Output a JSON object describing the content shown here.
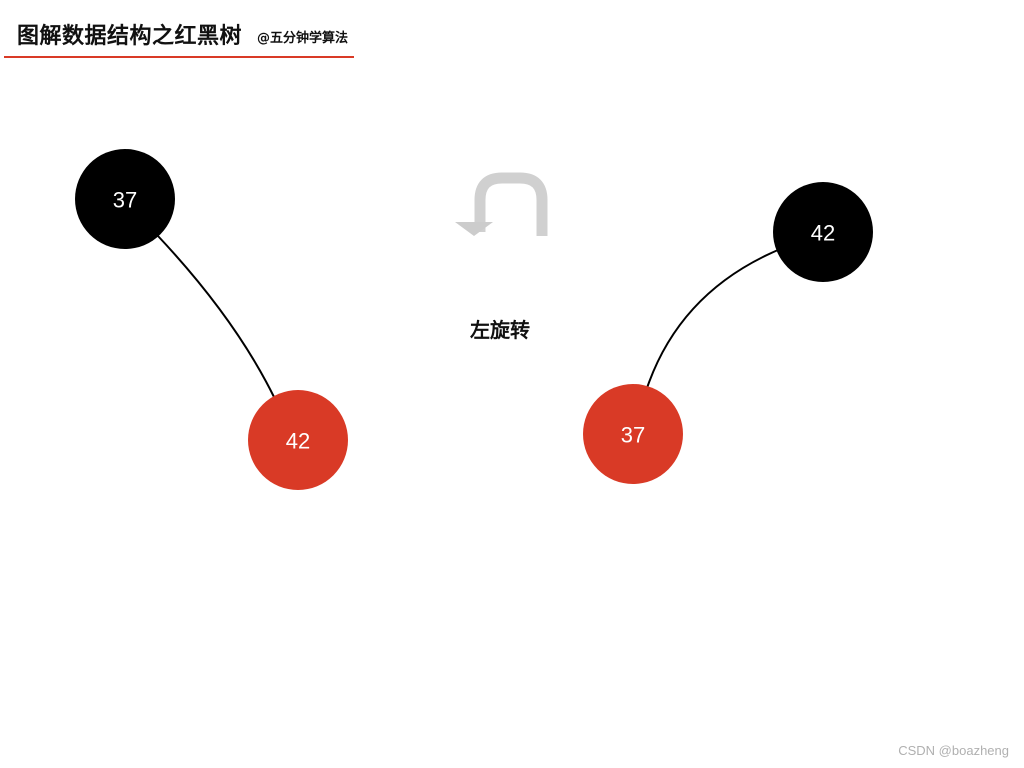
{
  "header": {
    "title": "图解数据结构之红黑树",
    "author": "@五分钟学算法"
  },
  "colors": {
    "black_node": "#000000",
    "red_node": "#d93a26",
    "accent_line": "#d93a26",
    "arrow": "#cfcfcf"
  },
  "operation": {
    "label": "左旋转",
    "icon": "u-turn-arrow-icon"
  },
  "before": {
    "parent": {
      "value": "37",
      "color": "black"
    },
    "child": {
      "value": "42",
      "color": "red"
    }
  },
  "after": {
    "parent": {
      "value": "42",
      "color": "black"
    },
    "child": {
      "value": "37",
      "color": "red"
    }
  },
  "watermark": "CSDN @boazheng"
}
